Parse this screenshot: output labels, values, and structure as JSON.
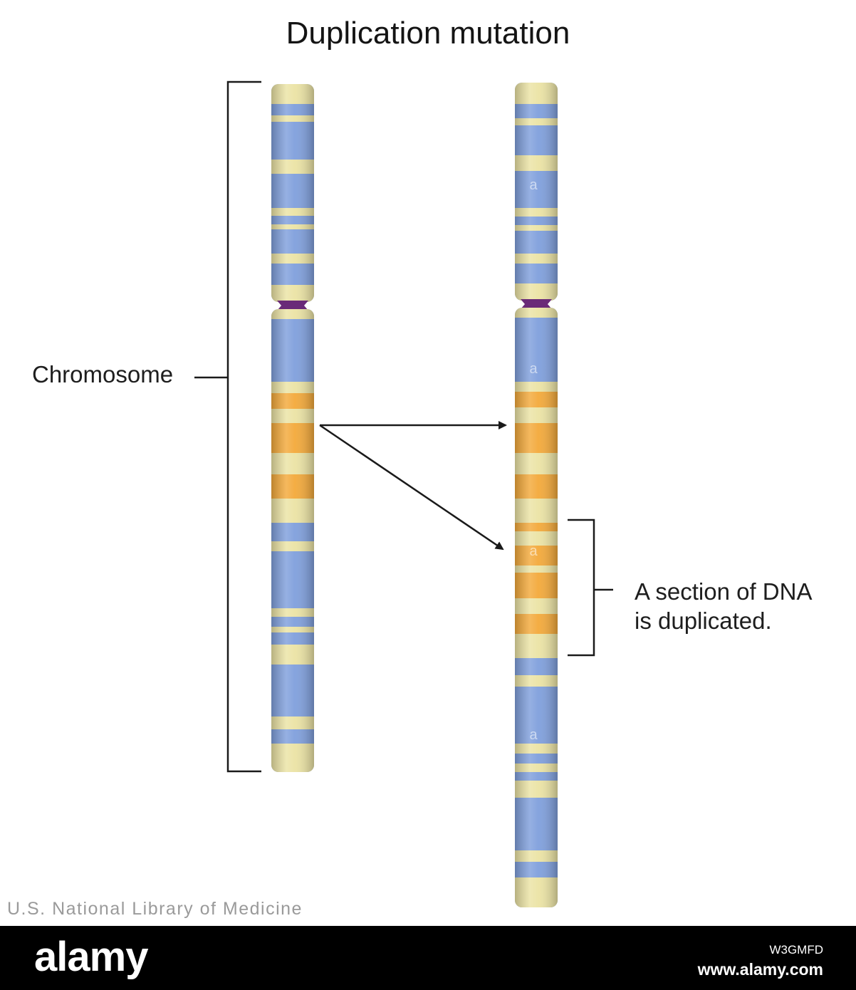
{
  "title": "Duplication mutation",
  "labels": {
    "chromosome": "Chromosome",
    "duplication_line1": "A section of DNA",
    "duplication_line2": "is duplicated.",
    "band_marker": "a"
  },
  "credit": "U.S. National Library of Medicine",
  "watermark": {
    "logo": "alamy",
    "image_id": "W3GMFD",
    "url": "www.alamy.com"
  },
  "colors": {
    "chromatid_blue": "#7f9fdc",
    "band_pale_yellow": "#ebe3a4",
    "band_orange": "#f3a93a",
    "centromere_purple": "#6a2a78",
    "line": "#1a1a1a"
  },
  "chromosomes": [
    {
      "name": "original-chromosome",
      "bands_top_to_bottom": [
        "cap-yellow",
        "blue",
        "yellow",
        "blue",
        "yellow",
        "blue",
        "yellow",
        "blue",
        "yellow",
        "blue",
        "yellow",
        "centromere",
        "blue",
        "orange",
        "yellow",
        "orange",
        "yellow",
        "orange",
        "yellow",
        "blue",
        "yellow",
        "blue",
        "yellow",
        "blue",
        "yellow",
        "blue",
        "yellow",
        "cap-yellow"
      ]
    },
    {
      "name": "duplicated-chromosome",
      "bands_top_to_bottom": [
        "cap-yellow",
        "blue",
        "yellow",
        "blue",
        "yellow",
        "blue",
        "yellow",
        "blue",
        "yellow",
        "centromere",
        "blue",
        "orange",
        "yellow",
        "orange",
        "yellow",
        "orange",
        "yellow",
        "orange",
        "yellow",
        "orange",
        "yellow",
        "orange",
        "yellow",
        "blue",
        "yellow",
        "blue",
        "yellow",
        "blue",
        "yellow",
        "cap-yellow"
      ]
    }
  ]
}
